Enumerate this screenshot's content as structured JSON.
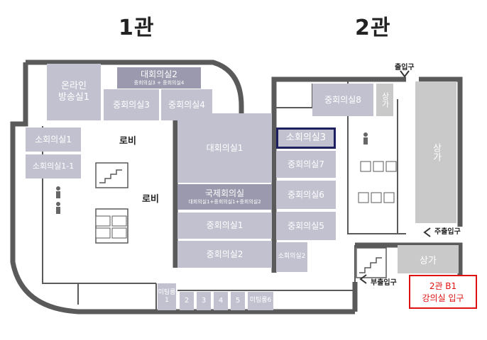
{
  "halls": {
    "hall1": "1관",
    "hall2": "2관"
  },
  "rooms": {
    "online_studio": "온라인\n방송실1",
    "grand2": "대회의실2",
    "grand2_sub": "중회의실3 + 중회의실4",
    "mid3": "중회의실3",
    "mid4": "중회의실4",
    "small1": "소회의실1",
    "small1_1": "소회의실1-1",
    "grand1": "대회의실1",
    "intl": "국제회의실",
    "intl_sub": "대회의실1+중회의실1+중회의실2",
    "mid1": "중회의실1",
    "mid2": "중회의실2",
    "mid8": "중회의실8",
    "small3": "소회의실3",
    "mid7": "중회의실7",
    "mid6": "중회의실6",
    "mid5": "중회의실5",
    "small2": "소회의실2",
    "meeting1": "미팅룸\n1",
    "m2": "2",
    "m3": "3",
    "m4": "4",
    "m5": "5",
    "meeting6": "미팅룸6"
  },
  "lobbies": {
    "lobby_a": "로비",
    "lobby_b": "로비"
  },
  "shops": {
    "shop_a": "상가",
    "shop_b": "상가",
    "shop_c": "상가"
  },
  "entrances": {
    "exit": "출입구",
    "main_entrance": "주출입구",
    "sub_entrance": "부출입구"
  },
  "callout": {
    "line1": "2관 B1",
    "line2": "강의실 입구"
  },
  "colors": {
    "room": "#c2c1d0",
    "room_dark": "#9a99ad",
    "wall": "#555555",
    "highlight": "#1d1f5e",
    "callout": "#e01010"
  }
}
